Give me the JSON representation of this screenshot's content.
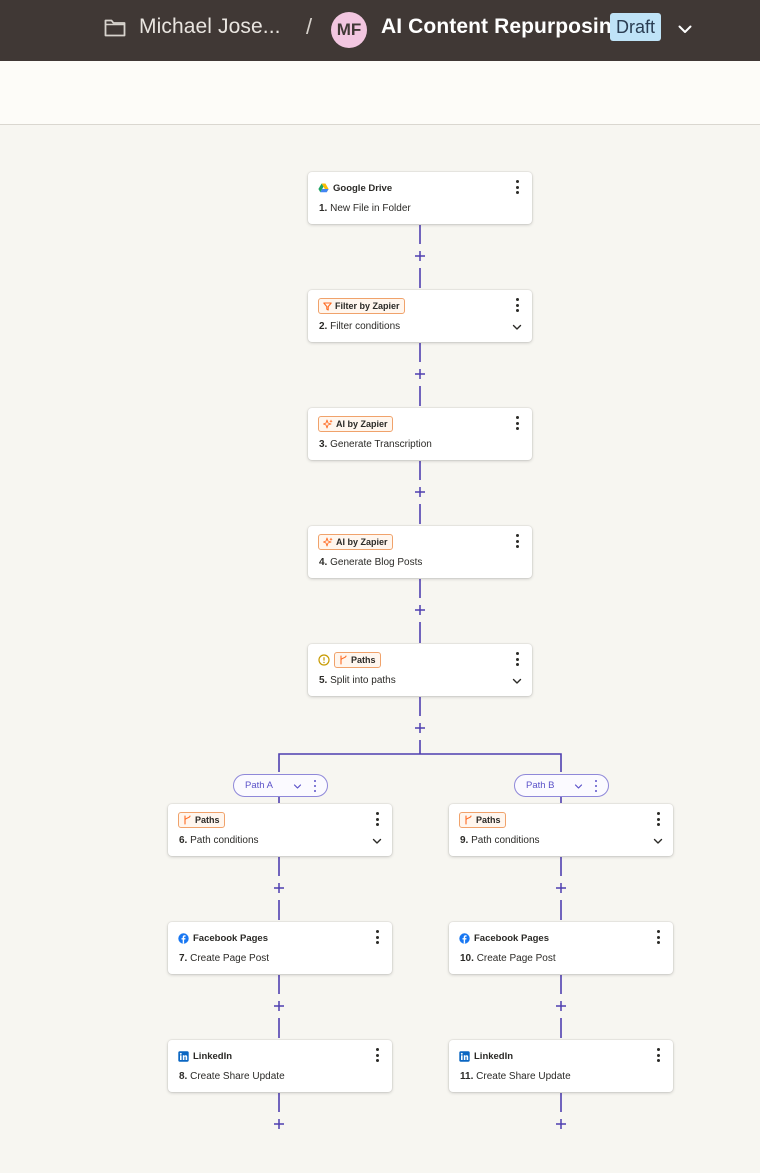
{
  "header": {
    "folder_name": "Michael Jose...",
    "separator": "/",
    "avatar_initials": "MF",
    "zap_title": "AI Content Repurposing",
    "status_badge": "Draft"
  },
  "colors": {
    "topbar_bg": "#403835",
    "canvas_bg": "#f7f6f1",
    "connector": "#4f3fb0",
    "zapier_orange": "#ff6a21",
    "draft_badge_bg": "#bfe3f7",
    "avatar_bg": "#f2c6e0"
  },
  "steps": [
    {
      "app": "Google Drive",
      "icon": "google-drive-icon",
      "number": "1.",
      "title": "New File in Folder"
    },
    {
      "app": "Filter by Zapier",
      "icon": "filter-icon",
      "number": "2.",
      "title": "Filter conditions"
    },
    {
      "app": "AI by Zapier",
      "icon": "ai-sparkle-icon",
      "number": "3.",
      "title": "Generate Transcription"
    },
    {
      "app": "AI by Zapier",
      "icon": "ai-sparkle-icon",
      "number": "4.",
      "title": "Generate Blog Posts"
    },
    {
      "app": "Paths",
      "icon": "paths-icon",
      "number": "5.",
      "title": "Split into paths"
    }
  ],
  "paths": [
    {
      "label": "Path A",
      "steps": [
        {
          "app": "Paths",
          "icon": "paths-icon",
          "number": "6.",
          "title": "Path conditions"
        },
        {
          "app": "Facebook Pages",
          "icon": "facebook-icon",
          "number": "7.",
          "title": "Create Page Post"
        },
        {
          "app": "LinkedIn",
          "icon": "linkedin-icon",
          "number": "8.",
          "title": "Create Share Update"
        }
      ]
    },
    {
      "label": "Path B",
      "steps": [
        {
          "app": "Paths",
          "icon": "paths-icon",
          "number": "9.",
          "title": "Path conditions"
        },
        {
          "app": "Facebook Pages",
          "icon": "facebook-icon",
          "number": "10.",
          "title": "Create Page Post"
        },
        {
          "app": "LinkedIn",
          "icon": "linkedin-icon",
          "number": "11.",
          "title": "Create Share Update"
        }
      ]
    }
  ]
}
